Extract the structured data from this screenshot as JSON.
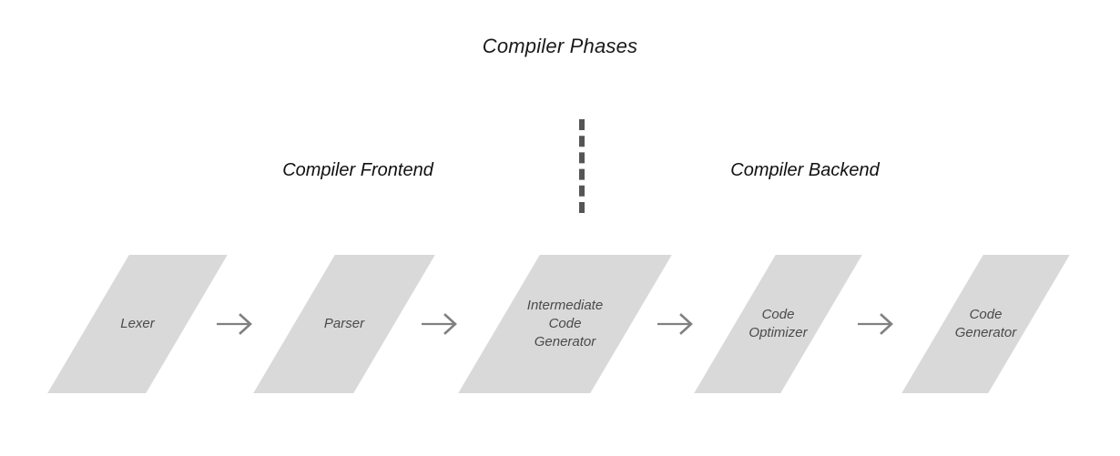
{
  "diagram": {
    "title": "Compiler Phases",
    "background_color": "#ffffff",
    "sections": [
      {
        "id": "frontend",
        "label": "Compiler Frontend"
      },
      {
        "id": "backend",
        "label": "Compiler Backend"
      }
    ],
    "divider": {
      "style": "dashed",
      "orientation": "vertical",
      "color": "#555555"
    },
    "stage_fill_color": "#d9d9d9",
    "stage_text_color": "#4a4a4a",
    "arrow_color": "#808080",
    "title_color": "#1a1a1a",
    "stages": [
      {
        "id": "lexer",
        "label": "Lexer",
        "section": "frontend"
      },
      {
        "id": "parser",
        "label": "Parser",
        "section": "frontend"
      },
      {
        "id": "intermediate-code-generator",
        "label": "Intermediate\nCode\nGenerator",
        "section": "frontend"
      },
      {
        "id": "code-optimizer",
        "label": "Code\nOptimizer",
        "section": "backend"
      },
      {
        "id": "code-generator",
        "label": "Code\nGenerator",
        "section": "backend"
      }
    ],
    "arrows": [
      {
        "id": "arrow-lexer-to-parser",
        "glyph": "arrow-right-icon"
      },
      {
        "id": "arrow-parser-to-ir",
        "glyph": "arrow-right-icon"
      },
      {
        "id": "arrow-ir-to-optimizer",
        "glyph": "arrow-right-icon"
      },
      {
        "id": "arrow-optimizer-to-generator",
        "glyph": "arrow-right-icon"
      }
    ]
  }
}
